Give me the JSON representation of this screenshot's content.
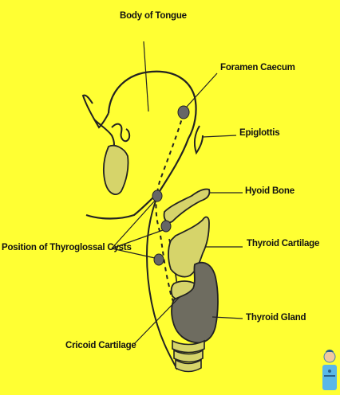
{
  "labels": {
    "body_of_tongue": "Body of Tongue",
    "foramen_caecum": "Foramen Caecum",
    "epiglottis": "Epiglottis",
    "hyoid_bone": "Hyoid Bone",
    "thyroid_cartilage": "Thyroid Cartilage",
    "position_of_cysts": "Position of Thyroglossal Cysts",
    "thyroid_gland": "Thyroid Gland",
    "cricoid_cartilage": "Cricoid Cartilage"
  },
  "colors": {
    "background": "#ffff33",
    "outline": "#222222",
    "cartilage_fill": "#d6d46a",
    "gland_fill": "#6e6c60",
    "cyst_fill": "#666666"
  },
  "icons": {
    "corner": "doctor-icon"
  }
}
